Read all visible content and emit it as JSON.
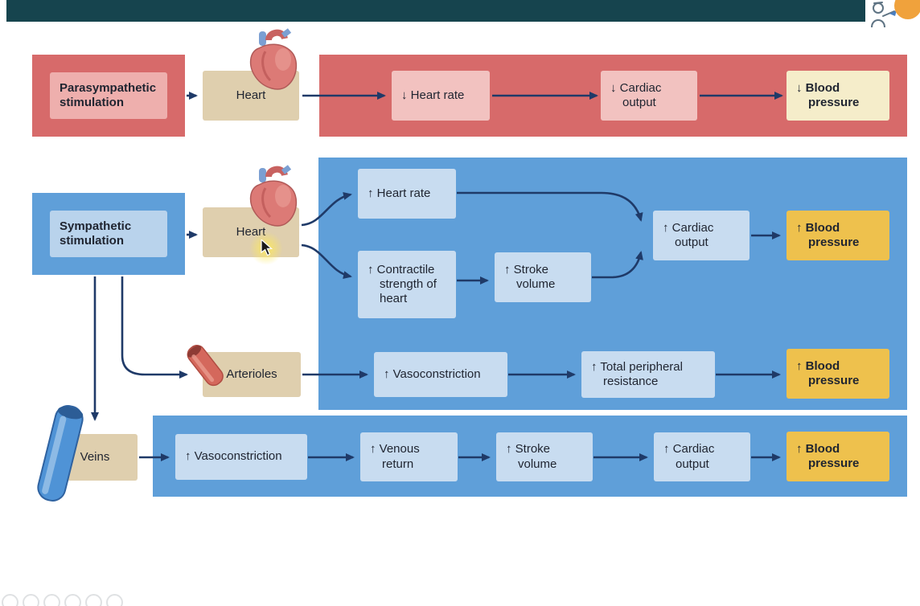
{
  "palette": {
    "topbar": "#16444e",
    "red_panel": "#d76a6a",
    "pink_box": "#eeafad",
    "pink_step": "#f2c2c0",
    "cream_box": "#f5edca",
    "blue_panel": "#5f9fd9",
    "blue_box": "#b9d3ec",
    "blue_step": "#c8dcf0",
    "tan_box": "#dfcfae",
    "yellow_box": "#eec14d",
    "arrow": "#1f3a68",
    "text": "#1f2430",
    "logo_circle": "#f0a23c"
  },
  "icons": {
    "heart": "heart-illustration",
    "arteriole": "arteriole-illustration",
    "vein": "vein-illustration",
    "cursor": "mouse-pointer",
    "logo": "person-sketch-with-orange-circle",
    "footer": "faded-circle-contact-icons"
  },
  "slide": {
    "parasympathetic": {
      "stimulus": "Parasympathetic stimulation",
      "organ": "Heart",
      "steps": [
        "↓ Heart rate",
        "↓ Cardiac output"
      ],
      "outcome": "↓ Blood pressure"
    },
    "sympathetic": {
      "stimulus": "Sympathetic stimulation",
      "heart_branch": {
        "organ": "Heart",
        "heart_rate": "↑ Heart rate",
        "contractile": "↑ Contractile strength of heart",
        "stroke_volume": "↑ Stroke volume",
        "cardiac_output": "↑ Cardiac output",
        "outcome": "↑ Blood pressure"
      },
      "arteriole_branch": {
        "organ": "Arterioles",
        "vasoconstriction": "↑ Vasoconstriction",
        "total_peripheral_resistance": "↑ Total peripheral resistance",
        "outcome": "↑ Blood pressure"
      },
      "vein_branch": {
        "organ": "Veins",
        "vasoconstriction": "↑ Vasoconstriction",
        "venous_return": "↑ Venous return",
        "stroke_volume": "↑ Stroke volume",
        "cardiac_output": "↑ Cardiac output",
        "outcome": "↑ Blood pressure"
      }
    }
  }
}
